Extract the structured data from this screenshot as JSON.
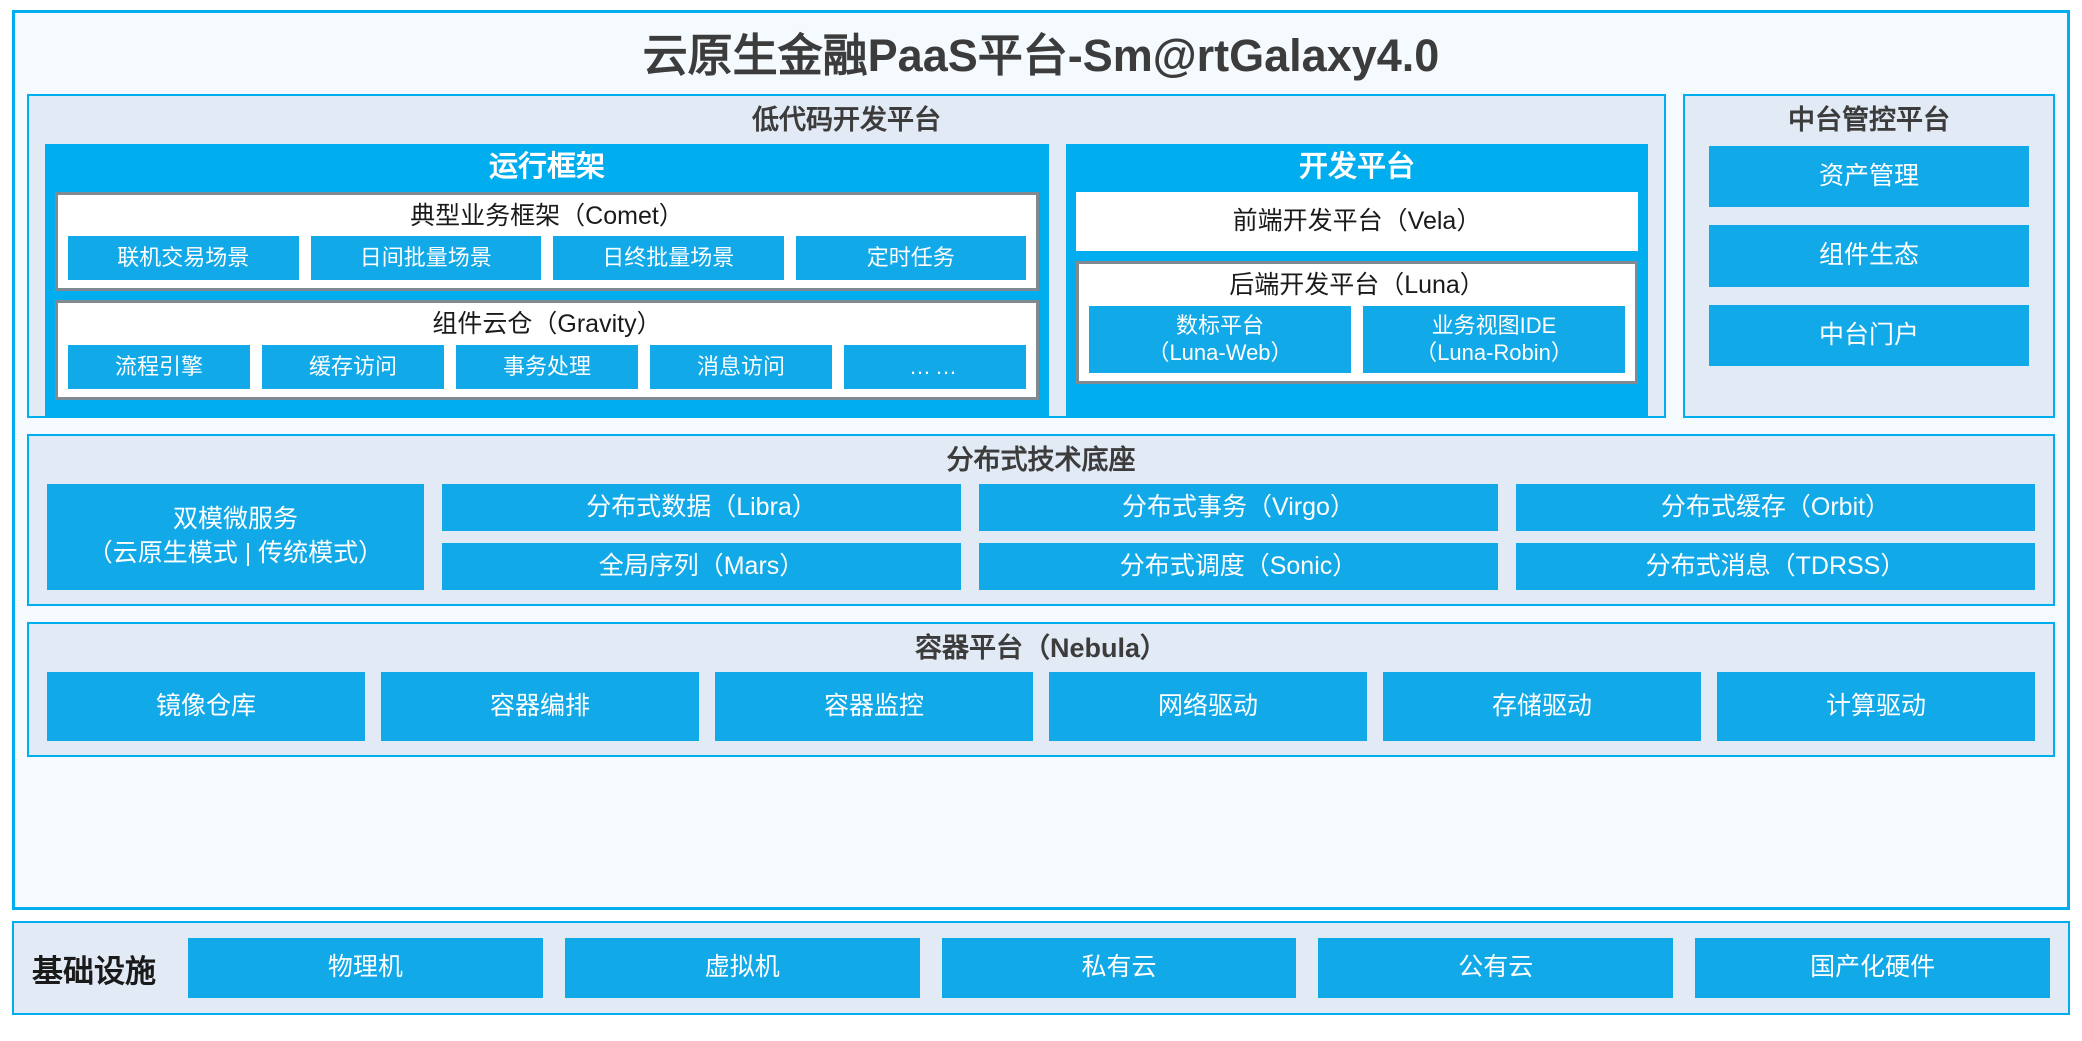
{
  "title": "云原生金融PaaS平台-Sm@rtGalaxy4.0",
  "colors": {
    "accent": "#00AEEF",
    "chip": "#12A9E8",
    "panel_bg": "#E2EBF5",
    "frame_bg": "#F4FAFD",
    "group_border": "#808A90",
    "text_dark": "#3C3C3C"
  },
  "lowcode": {
    "title": "低代码开发平台",
    "runtime": {
      "title": "运行框架",
      "groups": [
        {
          "title": "典型业务框架（Comet）",
          "items": [
            "联机交易场景",
            "日间批量场景",
            "日终批量场景",
            "定时任务"
          ]
        },
        {
          "title": "组件云仓（Gravity）",
          "items": [
            "流程引擎",
            "缓存访问",
            "事务处理",
            "消息访问",
            "……"
          ]
        }
      ]
    },
    "devplatform": {
      "title": "开发平台",
      "frontend": "前端开发平台（Vela）",
      "backend": {
        "title": "后端开发平台（Luna）",
        "items": [
          {
            "line1": "数标平台",
            "line2": "（Luna-Web）"
          },
          {
            "line1": "业务视图IDE",
            "line2": "（Luna-Robin）"
          }
        ]
      }
    }
  },
  "midplatform": {
    "title": "中台管控平台",
    "items": [
      "资产管理",
      "组件生态",
      "中台门户"
    ]
  },
  "techbase": {
    "title": "分布式技术底座",
    "wide": {
      "line1": "双模微服务",
      "line2": "（云原生模式 | 传统模式）"
    },
    "columns": [
      [
        "分布式数据（Libra）",
        "全局序列（Mars）"
      ],
      [
        "分布式事务（Virgo）",
        "分布式调度（Sonic）"
      ],
      [
        "分布式缓存（Orbit）",
        "分布式消息（TDRSS）"
      ]
    ]
  },
  "container": {
    "title": "容器平台（Nebula）",
    "items": [
      "镜像仓库",
      "容器编排",
      "容器监控",
      "网络驱动",
      "存储驱动",
      "计算驱动"
    ]
  },
  "infrastructure": {
    "label": "基础设施",
    "items": [
      "物理机",
      "虚拟机",
      "私有云",
      "公有云",
      "国产化硬件"
    ]
  }
}
